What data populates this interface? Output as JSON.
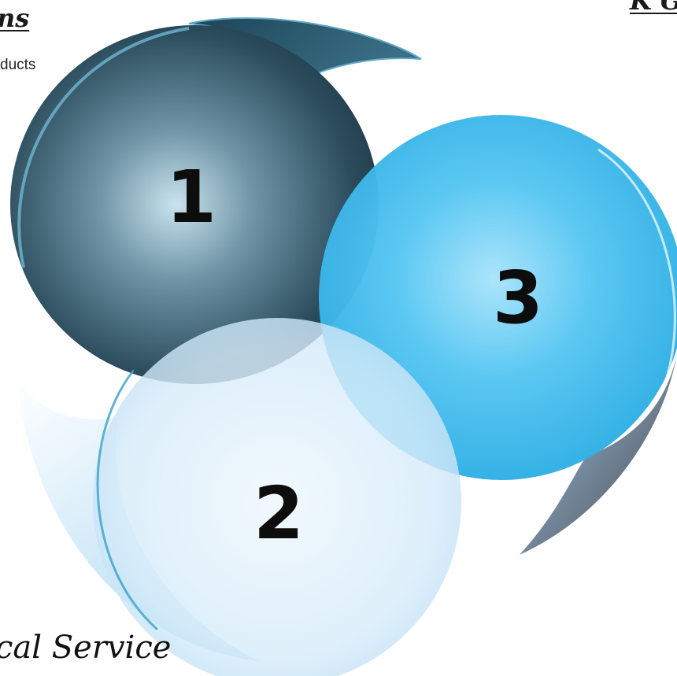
{
  "labels": {
    "top_left_title": "ns",
    "top_left_body": "ducts",
    "top_right_title": "K G",
    "bottom_left_title": "cal Service"
  },
  "circles": [
    {
      "id": "1",
      "label": "1",
      "color": "#2a4f60"
    },
    {
      "id": "2",
      "label": "2",
      "color": "#cfe8f7"
    },
    {
      "id": "3",
      "label": "3",
      "color": "#35b6ea"
    }
  ]
}
